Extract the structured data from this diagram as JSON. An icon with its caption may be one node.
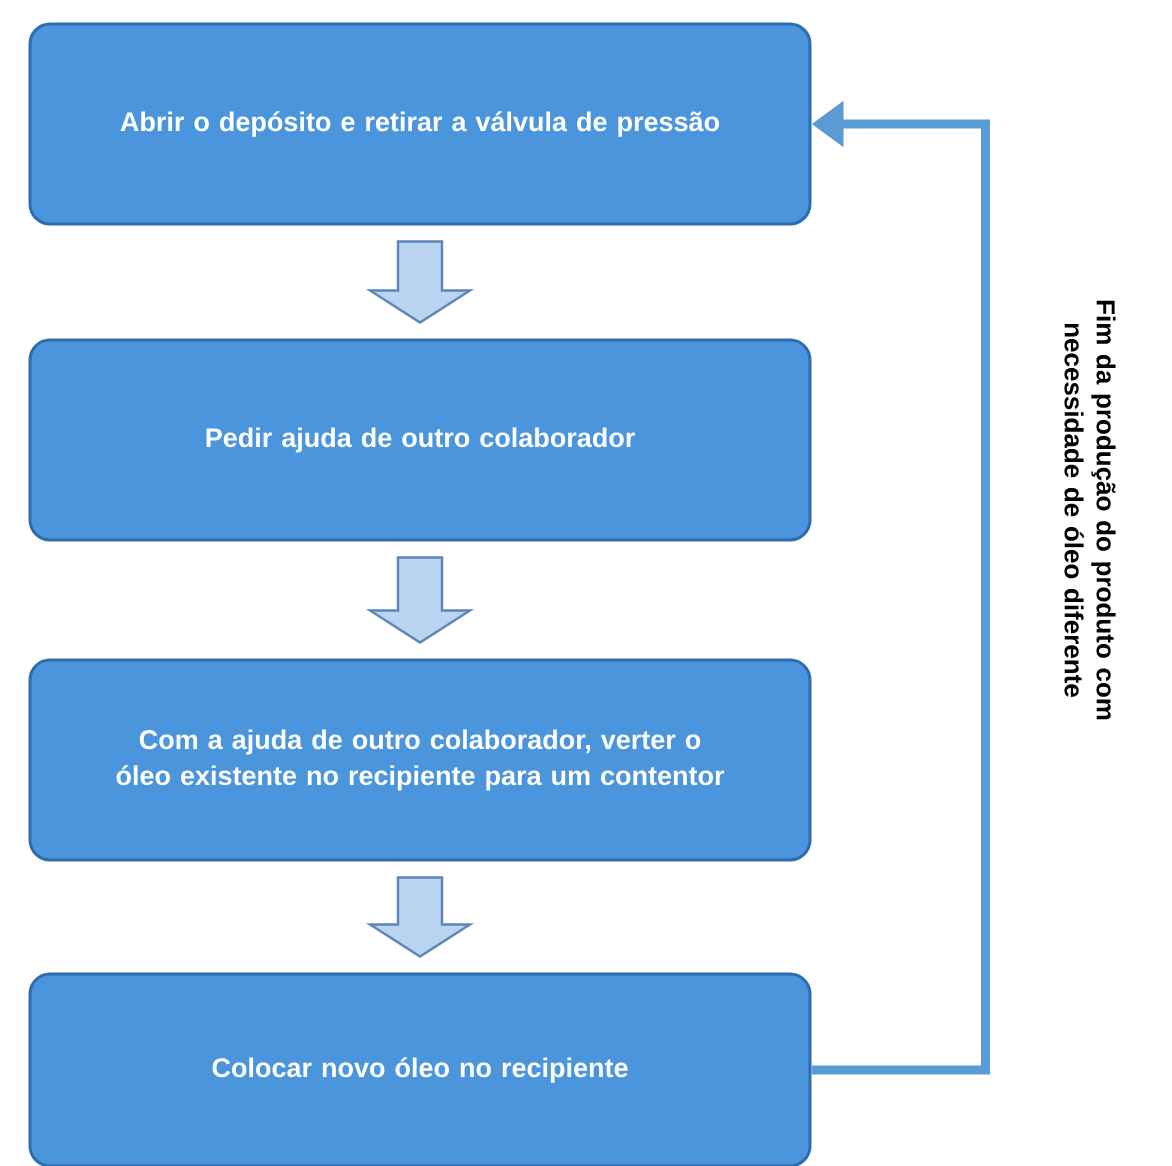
{
  "diagram": {
    "nodes": [
      {
        "text": [
          "Abrir o depósito e retirar a válvula de pressão"
        ]
      },
      {
        "text": [
          "Pedir ajuda de outro colaborador"
        ]
      },
      {
        "text": [
          "Com a ajuda de outro colaborador, verter o óleo existente no recipiente para um contentor"
        ]
      },
      {
        "text": [
          "Colocar novo óleo no recipiente"
        ]
      }
    ],
    "edges": [
      {
        "from": 0,
        "to": 1,
        "arrow": "to"
      },
      {
        "from": 1,
        "to": 2,
        "arrow": "to"
      },
      {
        "from": 2,
        "to": 3,
        "arrow": "to"
      },
      {
        "from": 3,
        "to": 0,
        "arrow": "to",
        "label": "Fim da produção do produto com necessidade de óleo diferente"
      }
    ]
  }
}
